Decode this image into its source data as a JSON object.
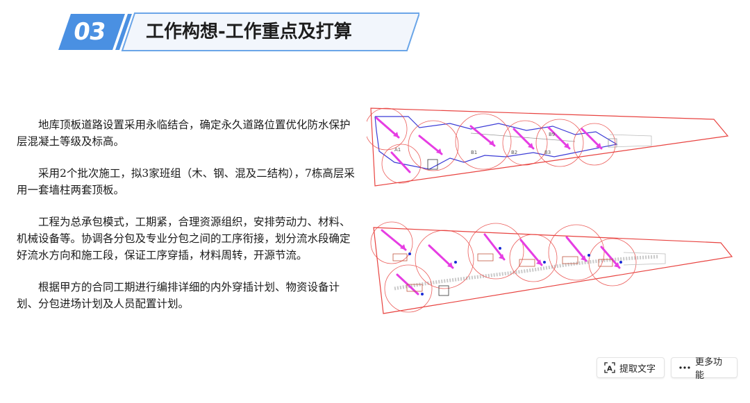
{
  "header": {
    "number": "03",
    "title": "工作构想-工作重点及打算"
  },
  "paragraphs": [
    "地库顶板道路设置采用永临结合，确定永久道路位置优化防水保护层混凝土等级及标高。",
    "采用2个批次施工，拟3家班组（木、钢、混及二结构），7栋高层采用一套墙柱两套顶板。",
    "工程为总承包模式，工期紧，合理资源组织，安排劳动力、材料、机械设备等。协调各分包及专业分包之间的工序衔接，划分流水段确定好流水方向和施工段，保证工序穿插，材料周转，开源节流。",
    "根据甲方的合同工期进行编排详细的内外穿插计划、物资设备计划、分包进场计划及人员配置计划。"
  ],
  "plan_top": {
    "labels": [
      "A1",
      "B1",
      "B2",
      "B3",
      "B9"
    ]
  },
  "toolbar": {
    "extract_text": "提取文字",
    "more_functions": "更多功能"
  },
  "colors": {
    "accent_blue": "#4a90e2",
    "plan_red": "#e8423f",
    "plan_magenta": "#e63de3",
    "plan_blue": "#3b3bd6"
  }
}
